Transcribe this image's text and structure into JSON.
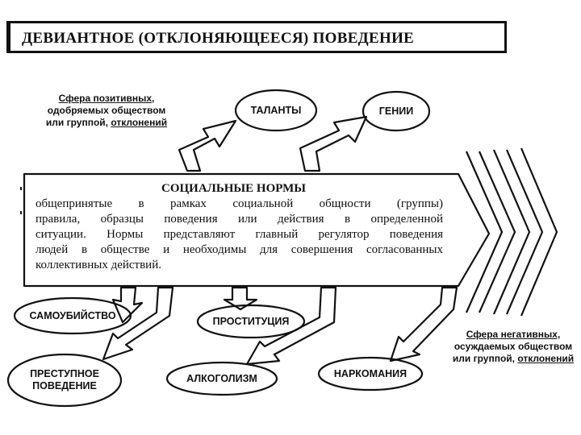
{
  "title": "ДЕВИАНТНОЕ (ОТКЛОНЯЮЩЕЕСЯ) ПОВЕДЕНИЕ",
  "positive_sphere": {
    "line1": "Сфера позитивных,",
    "line2": "одобряемых обществом",
    "line3_a": "или группой, ",
    "line3_b": "отклонений"
  },
  "negative_sphere": {
    "line1": "Сфера негативных,",
    "line2": "осуждаемых обществом",
    "line3_a": "или группой, ",
    "line3_b": "отклонений"
  },
  "positive_nodes": [
    "ТАЛАНТЫ",
    "ГЕНИИ"
  ],
  "negative_nodes": {
    "suicide": "САМОУБИЙСТВО",
    "prostitution": "ПРОСТИТУЦИЯ",
    "crime_line1": "ПРЕСТУПНОЕ",
    "crime_line2": "ПОВЕДЕНИЕ",
    "alcoholism": "АЛКОГОЛИЗМ",
    "drug_addiction": "НАРКОМАНИЯ"
  },
  "social_norms": {
    "heading": "СОЦИАЛЬНЫЕ НОРМЫ",
    "lines": [
      "общепринятые в рамках социальной общности (группы)",
      "правила, образцы поведения или действия в определенной",
      "ситуации. Нормы представляют главный регулятор поведения",
      "людей в обществе и необходимы для совершения согласованных",
      "коллективных действий."
    ]
  }
}
